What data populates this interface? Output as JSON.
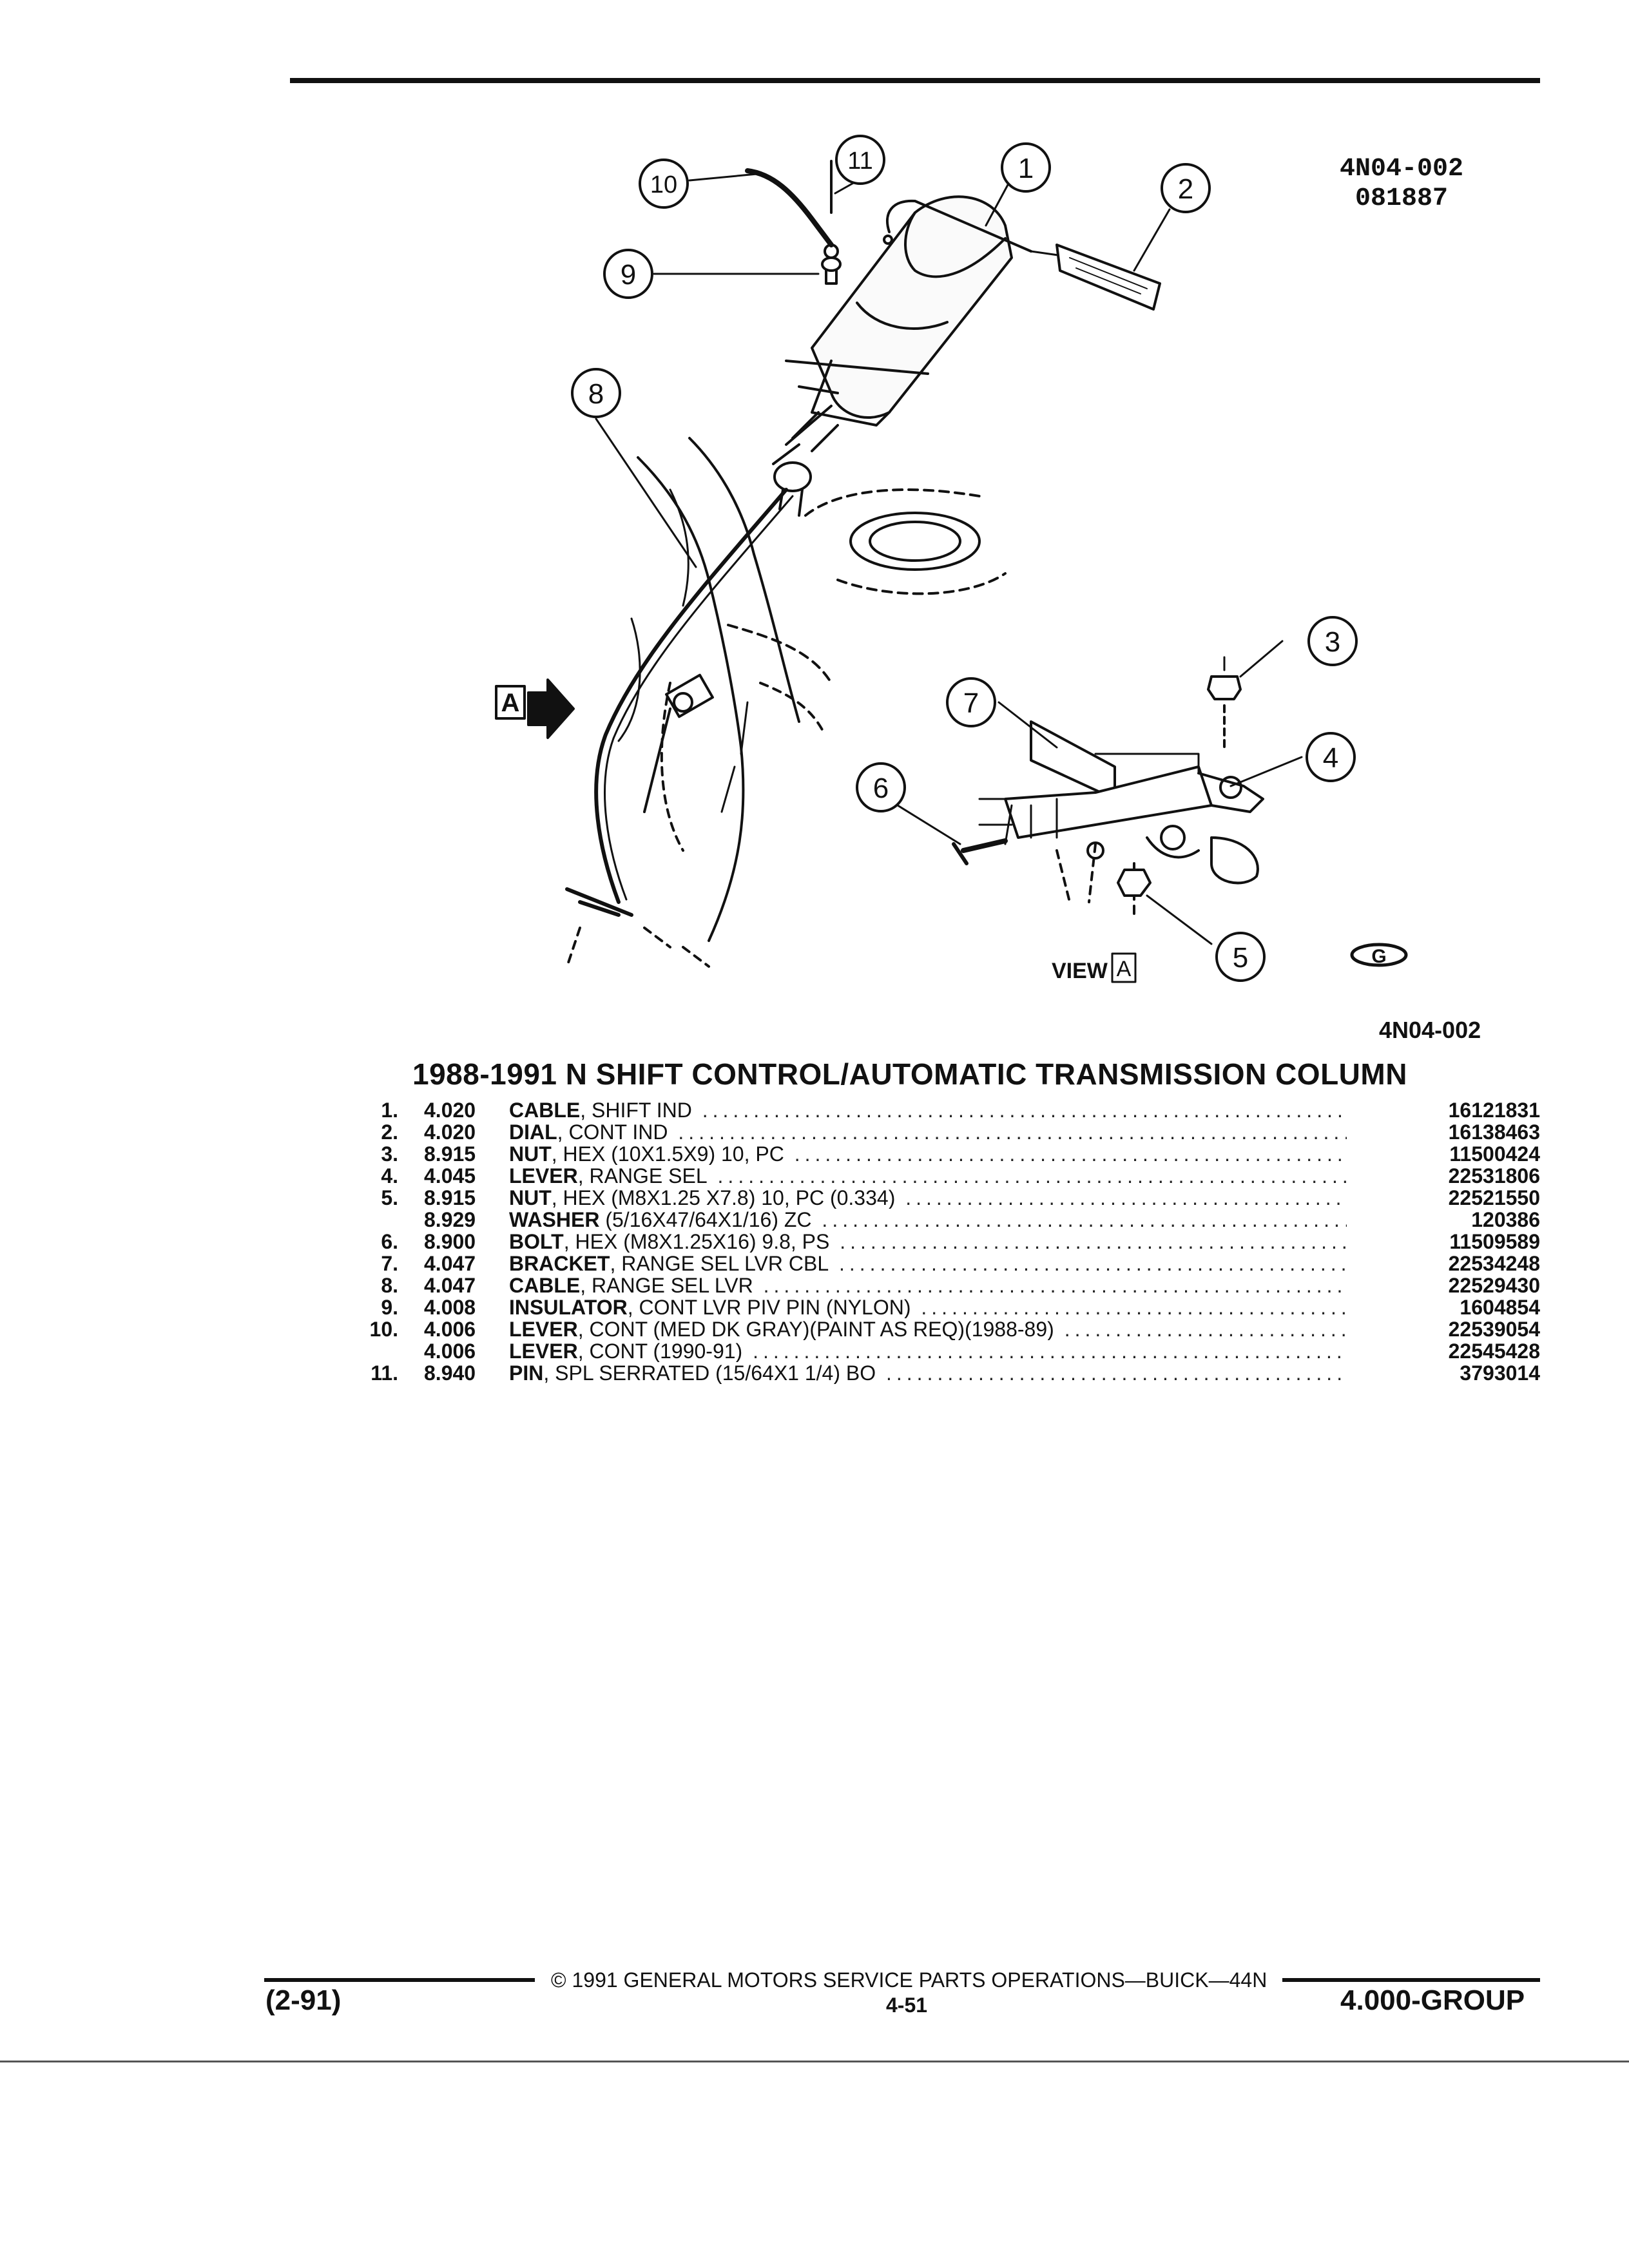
{
  "diagram": {
    "id_line1": "4N04-002",
    "id_line2": "081887",
    "callouts": [
      "1",
      "2",
      "3",
      "4",
      "5",
      "6",
      "7",
      "8",
      "9",
      "10",
      "11"
    ],
    "view_label": "VIEW",
    "view_letter": "A",
    "arrow_letter": "A",
    "division_mark": "G",
    "figure_code": "4N04-002"
  },
  "title": "1988-1991 N SHIFT CONTROL/AUTOMATIC TRANSMISSION COLUMN",
  "parts": [
    {
      "item": "1.",
      "group": "4.020",
      "name": "CABLE",
      "desc": ", SHIFT IND",
      "part": "16121831"
    },
    {
      "item": "2.",
      "group": "4.020",
      "name": "DIAL",
      "desc": ", CONT IND",
      "part": "16138463"
    },
    {
      "item": "3.",
      "group": "8.915",
      "name": "NUT",
      "desc": ", HEX (10X1.5X9) 10, PC",
      "part": "11500424"
    },
    {
      "item": "4.",
      "group": "4.045",
      "name": "LEVER",
      "desc": ", RANGE SEL",
      "part": "22531806"
    },
    {
      "item": "5.",
      "group": "8.915",
      "name": "NUT",
      "desc": ", HEX (M8X1.25 X7.8) 10, PC (0.334)",
      "part": "22521550"
    },
    {
      "item": "",
      "group": "8.929",
      "name": "WASHER",
      "desc": " (5/16X47/64X1/16) ZC",
      "part": "120386"
    },
    {
      "item": "6.",
      "group": "8.900",
      "name": "BOLT",
      "desc": ", HEX (M8X1.25X16) 9.8, PS",
      "part": "11509589"
    },
    {
      "item": "7.",
      "group": "4.047",
      "name": "BRACKET",
      "desc": ", RANGE SEL LVR CBL",
      "part": "22534248"
    },
    {
      "item": "8.",
      "group": "4.047",
      "name": "CABLE",
      "desc": ", RANGE SEL LVR",
      "part": "22529430"
    },
    {
      "item": "9.",
      "group": "4.008",
      "name": "INSULATOR",
      "desc": ", CONT LVR PIV PIN (NYLON)",
      "part": "1604854"
    },
    {
      "item": "10.",
      "group": "4.006",
      "name": "LEVER",
      "desc": ", CONT (MED DK GRAY)(PAINT AS REQ)(1988-89)",
      "part": "22539054"
    },
    {
      "item": "",
      "group": "4.006",
      "name": "LEVER",
      "desc": ", CONT (1990-91)",
      "part": "22545428"
    },
    {
      "item": "11.",
      "group": "8.940",
      "name": "PIN",
      "desc": ", SPL SERRATED (15/64X1 1/4) BO",
      "part": "3793014"
    }
  ],
  "footer": {
    "copyright": "© 1991 GENERAL MOTORS SERVICE PARTS OPERATIONS—BUICK—44N",
    "page": "4-51",
    "revision": "(2-91)",
    "group": "4.000-GROUP"
  }
}
